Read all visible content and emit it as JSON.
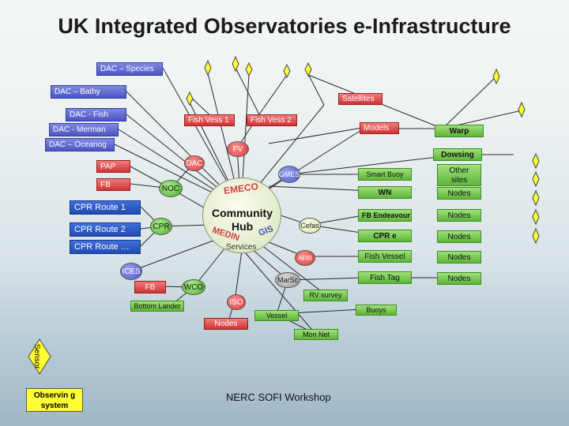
{
  "title": "UK Integrated Observatories e-Infrastructure",
  "dac_labels": [
    "DAC – Species",
    "DAC – Bathy",
    "DAC - Fish",
    "DAC - Merman",
    "DAC – Oceanog"
  ],
  "left_nodes": {
    "pap": "PAP",
    "fb": "FB",
    "cpr_route_1": "CPR Route 1",
    "cpr_route_2": "CPR Route 2",
    "cpr_route_n": "CPR Route …",
    "fb_bottom": "FB",
    "bottom_lander": "Bottom Lander",
    "nodes": "Nodes"
  },
  "circles": {
    "dac": "DAC",
    "noc": "NOC",
    "cpr": "CPR",
    "ices": "ICES",
    "wco": "WCO",
    "fv": "FV",
    "gmes": "GMES",
    "cefas": "Cefas",
    "afbi": "AFBI",
    "marsc": "MarSc",
    "iso": "ISO"
  },
  "top_labels": {
    "satellites": "Satellites",
    "fish_vess_1": "Fish Vess 1",
    "fish_vess_2": "Fish Vess 2",
    "models": "Models"
  },
  "hub": {
    "emeco": "EMECO",
    "community": "Community",
    "hub": "Hub",
    "medin": "MEDIN",
    "gis": "GIS",
    "services": "Services"
  },
  "right_nodes": {
    "warp": "Warp",
    "dowsing": "Dowsing",
    "smart_buoy": "Smart Buoy",
    "wn": "WN",
    "fb_endeavour": "FB Endeavour",
    "cpr_e": "CPR e",
    "fish_vessel": "Fish Vessel",
    "fish_tag": "Fish Tag",
    "rv_survey": "RV survey",
    "buoys": "Buoys",
    "vessel": "Vessel",
    "mon_net": "Mon Net"
  },
  "right_column": [
    "Other sites",
    "Nodes",
    "Nodes",
    "Nodes",
    "Nodes",
    "Nodes"
  ],
  "legend": {
    "sensor": "Sensor",
    "observing_system": "Observin g system"
  },
  "footer": "NERC SOFI Workshop",
  "colors": {
    "dac_blue": "#4a55c5",
    "red": "#cf3535",
    "green": "#5db538",
    "yellow": "#ffff33",
    "purple": "#6b6fc9",
    "line": "#2a2a2a"
  }
}
